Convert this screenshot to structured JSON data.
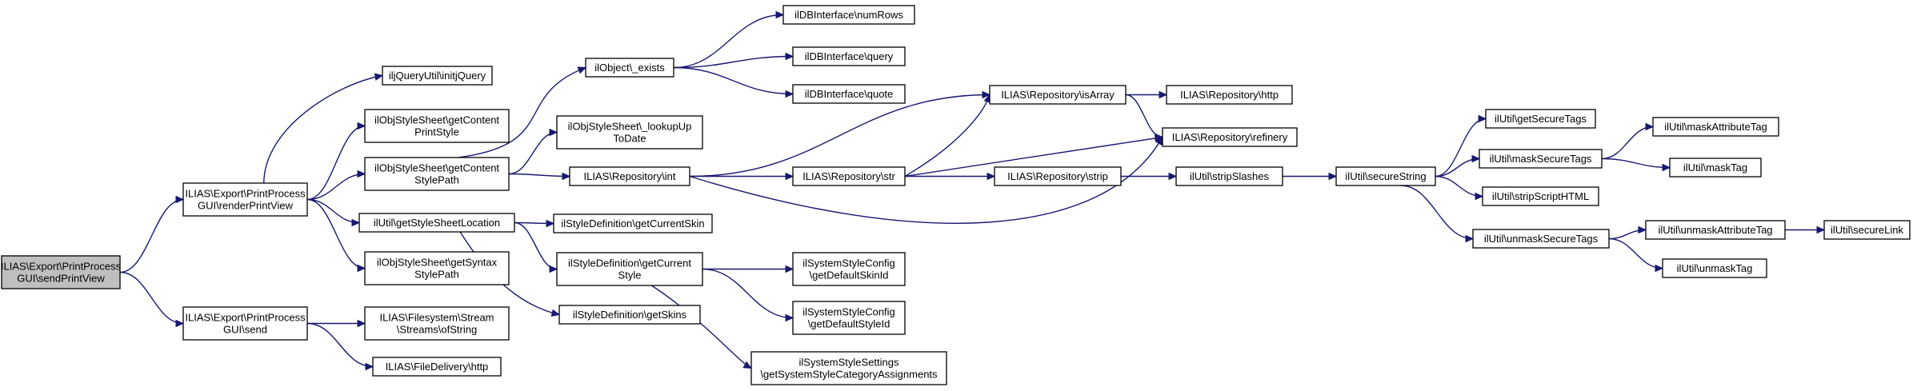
{
  "nodes": {
    "sendPrintView": {
      "lines": [
        "ILIAS\\Export\\PrintProcess",
        "GUI\\sendPrintView"
      ],
      "root": true
    },
    "renderPrintView": {
      "lines": [
        "ILIAS\\Export\\PrintProcess",
        "GUI\\renderPrintView"
      ]
    },
    "send": {
      "lines": [
        "ILIAS\\Export\\PrintProcess",
        "GUI\\send"
      ]
    },
    "initjQuery": {
      "lines": [
        "iljQueryUtil\\initjQuery"
      ]
    },
    "getContentPrintStyle": {
      "lines": [
        "ilObjStyleSheet\\getContent",
        "PrintStyle"
      ]
    },
    "getContentStylePath": {
      "lines": [
        "ilObjStyleSheet\\getContent",
        "StylePath"
      ]
    },
    "getStyleSheetLocation": {
      "lines": [
        "ilUtil\\getStyleSheetLocation"
      ]
    },
    "getSyntaxStylePath": {
      "lines": [
        "ilObjStyleSheet\\getSyntax",
        "StylePath"
      ]
    },
    "ofString": {
      "lines": [
        "ILIAS\\Filesystem\\Stream",
        "\\Streams\\ofString"
      ]
    },
    "fileDeliveryHttp": {
      "lines": [
        "ILIAS\\FileDelivery\\http"
      ]
    },
    "exists": {
      "lines": [
        "ilObject\\_exists"
      ]
    },
    "lookupUpToDate": {
      "lines": [
        "ilObjStyleSheet\\_lookupUp",
        "ToDate"
      ]
    },
    "repoInt": {
      "lines": [
        "ILIAS\\Repository\\int"
      ]
    },
    "getCurrentSkin": {
      "lines": [
        "ilStyleDefinition\\getCurrentSkin"
      ]
    },
    "getCurrentStyle": {
      "lines": [
        "ilStyleDefinition\\getCurrent",
        "Style"
      ]
    },
    "getSkins": {
      "lines": [
        "ilStyleDefinition\\getSkins"
      ]
    },
    "numRows": {
      "lines": [
        "ilDBInterface\\numRows"
      ]
    },
    "query": {
      "lines": [
        "ilDBInterface\\query"
      ]
    },
    "quote": {
      "lines": [
        "ilDBInterface\\quote"
      ]
    },
    "repoStr": {
      "lines": [
        "ILIAS\\Repository\\str"
      ]
    },
    "getDefaultSkinId": {
      "lines": [
        "ilSystemStyleConfig",
        "\\getDefaultSkinId"
      ]
    },
    "getDefaultStyleId": {
      "lines": [
        "ilSystemStyleConfig",
        "\\getDefaultStyleId"
      ]
    },
    "getSystemStyleCategoryAssignments": {
      "lines": [
        "ilSystemStyleSettings",
        "\\getSystemStyleCategoryAssignments"
      ]
    },
    "isArray": {
      "lines": [
        "ILIAS\\Repository\\isArray"
      ]
    },
    "repoStrip": {
      "lines": [
        "ILIAS\\Repository\\strip"
      ]
    },
    "repoHttp": {
      "lines": [
        "ILIAS\\Repository\\http"
      ]
    },
    "refinery": {
      "lines": [
        "ILIAS\\Repository\\refinery"
      ]
    },
    "stripSlashes": {
      "lines": [
        "ilUtil\\stripSlashes"
      ]
    },
    "secureString": {
      "lines": [
        "ilUtil\\secureString"
      ]
    },
    "getSecureTags": {
      "lines": [
        "ilUtil\\getSecureTags"
      ]
    },
    "maskSecureTags": {
      "lines": [
        "ilUtil\\maskSecureTags"
      ]
    },
    "stripScriptHTML": {
      "lines": [
        "ilUtil\\stripScriptHTML"
      ]
    },
    "unmaskSecureTags": {
      "lines": [
        "ilUtil\\unmaskSecureTags"
      ]
    },
    "maskAttributeTag": {
      "lines": [
        "ilUtil\\maskAttributeTag"
      ]
    },
    "maskTag": {
      "lines": [
        "ilUtil\\maskTag"
      ]
    },
    "unmaskAttributeTag": {
      "lines": [
        "ilUtil\\unmaskAttributeTag"
      ]
    },
    "unmaskTag": {
      "lines": [
        "ilUtil\\unmaskTag"
      ]
    },
    "secureLink": {
      "lines": [
        "ilUtil\\secureLink"
      ]
    }
  },
  "edges": [
    [
      "sendPrintView",
      "renderPrintView"
    ],
    [
      "sendPrintView",
      "send"
    ],
    [
      "renderPrintView",
      "initjQuery"
    ],
    [
      "renderPrintView",
      "getContentPrintStyle"
    ],
    [
      "renderPrintView",
      "getContentStylePath"
    ],
    [
      "renderPrintView",
      "getStyleSheetLocation"
    ],
    [
      "renderPrintView",
      "getSyntaxStylePath"
    ],
    [
      "send",
      "ofString"
    ],
    [
      "send",
      "fileDeliveryHttp"
    ],
    [
      "getContentStylePath",
      "exists"
    ],
    [
      "getContentStylePath",
      "lookupUpToDate"
    ],
    [
      "getContentStylePath",
      "repoInt"
    ],
    [
      "getStyleSheetLocation",
      "getCurrentSkin"
    ],
    [
      "getStyleSheetLocation",
      "getCurrentStyle"
    ],
    [
      "getStyleSheetLocation",
      "getSkins"
    ],
    [
      "exists",
      "numRows"
    ],
    [
      "exists",
      "query"
    ],
    [
      "exists",
      "quote"
    ],
    [
      "repoInt",
      "isArray"
    ],
    [
      "repoInt",
      "repoStr"
    ],
    [
      "repoInt",
      "refinery"
    ],
    [
      "getCurrentStyle",
      "getDefaultSkinId"
    ],
    [
      "getCurrentStyle",
      "getDefaultStyleId"
    ],
    [
      "getCurrentStyle",
      "getSystemStyleCategoryAssignments"
    ],
    [
      "repoStr",
      "isArray"
    ],
    [
      "repoStr",
      "repoStrip"
    ],
    [
      "repoStr",
      "refinery"
    ],
    [
      "isArray",
      "repoHttp"
    ],
    [
      "isArray",
      "refinery"
    ],
    [
      "repoStrip",
      "stripSlashes"
    ],
    [
      "stripSlashes",
      "secureString"
    ],
    [
      "secureString",
      "getSecureTags"
    ],
    [
      "secureString",
      "maskSecureTags"
    ],
    [
      "secureString",
      "stripScriptHTML"
    ],
    [
      "secureString",
      "unmaskSecureTags"
    ],
    [
      "maskSecureTags",
      "maskAttributeTag"
    ],
    [
      "maskSecureTags",
      "maskTag"
    ],
    [
      "unmaskSecureTags",
      "unmaskAttributeTag"
    ],
    [
      "unmaskSecureTags",
      "unmaskTag"
    ],
    [
      "unmaskAttributeTag",
      "secureLink"
    ]
  ],
  "colors": {
    "edge": "#191970",
    "root_fill": "#bfbfbf",
    "node_fill": "#ffffff",
    "node_stroke": "#000000"
  }
}
